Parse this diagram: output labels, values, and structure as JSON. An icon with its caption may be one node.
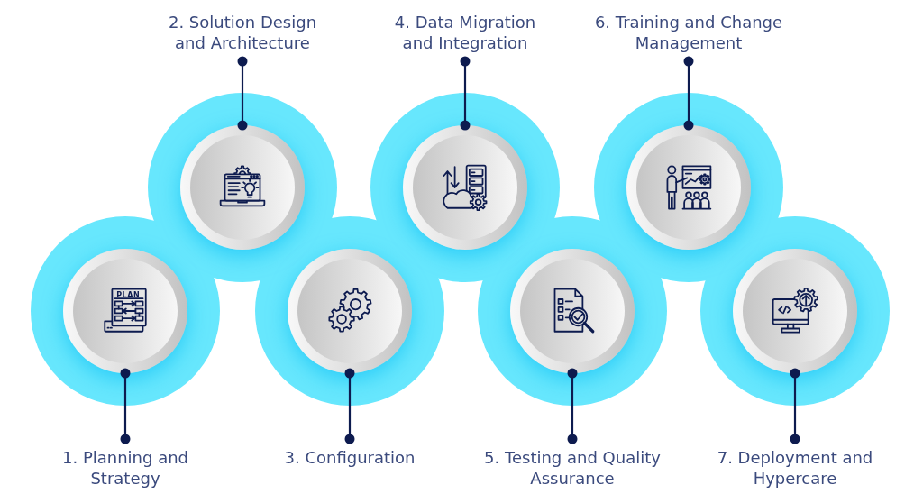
{
  "diagram": {
    "nodes": [
      {
        "text": [
          "1. Planning and Strategy"
        ]
      },
      {
        "text": [],
        "shape": "circle"
      },
      {
        "text": [
          "2. Solution Design and Architecture"
        ]
      },
      {
        "text": [],
        "shape": "circle"
      },
      {
        "text": [
          "3. Configuration"
        ]
      },
      {
        "text": [],
        "shape": "circle"
      },
      {
        "text": [
          "4. Data Migration and Integration"
        ]
      },
      {
        "text": [],
        "shape": "circle"
      },
      {
        "text": [
          "5. Testing and Quality Assurance"
        ]
      },
      {
        "text": [],
        "shape": "circle"
      },
      {
        "text": [
          "6. Training and Change Management"
        ]
      },
      {
        "text": [],
        "shape": "circle"
      },
      {
        "text": [
          "7. Deployment and Hypercare"
        ]
      },
      {
        "text": [],
        "shape": "circle"
      }
    ],
    "edges": [
      {
        "from": 0,
        "to": 1,
        "arrow": "other"
      },
      {
        "from": 2,
        "to": 3,
        "arrow": "other"
      },
      {
        "from": 4,
        "to": 5,
        "arrow": "other"
      },
      {
        "from": 6,
        "to": 7,
        "arrow": "other"
      },
      {
        "from": 8,
        "to": 9,
        "arrow": "other"
      },
      {
        "from": 10,
        "to": 11,
        "arrow": "other"
      },
      {
        "from": 12,
        "to": 13,
        "arrow": "other"
      }
    ],
    "labels": [
      "PLAN"
    ]
  }
}
